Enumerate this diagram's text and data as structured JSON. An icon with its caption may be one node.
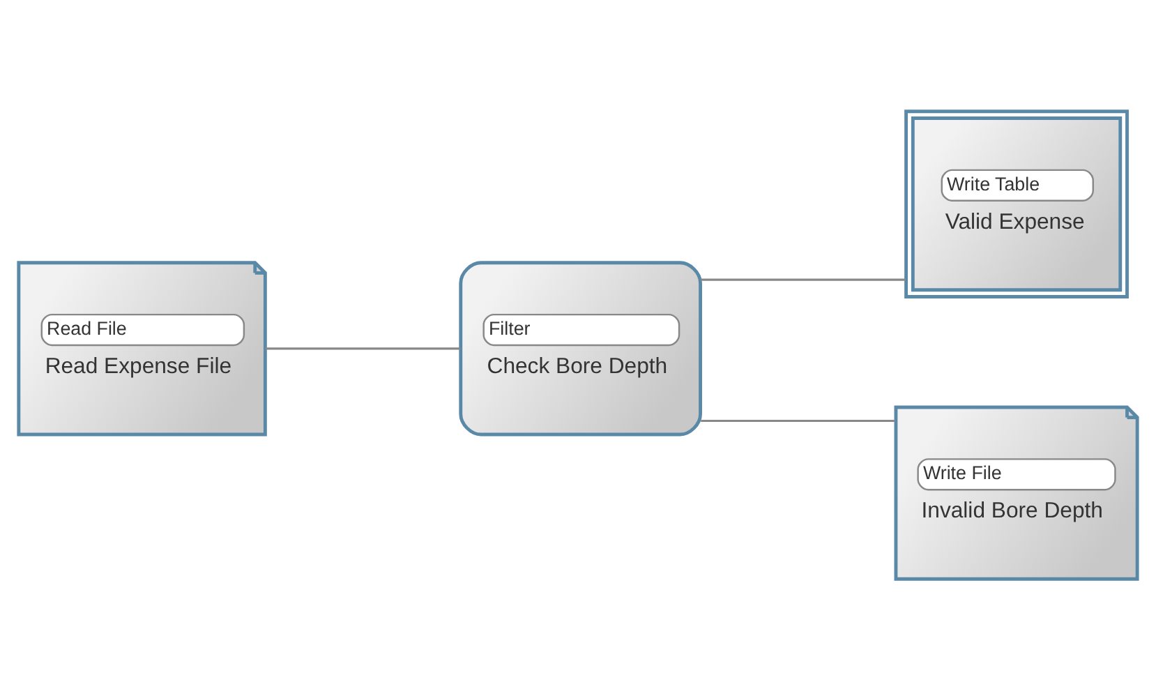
{
  "diagram": {
    "nodes": [
      {
        "text": [
          "Read File",
          "Read Expense File"
        ]
      },
      {
        "text": [
          "Filter",
          "Check Bore Depth"
        ]
      },
      {
        "text": [
          "Write Table",
          "Valid Expense"
        ]
      },
      {
        "text": [
          "Write File",
          "Invalid Bore Depth"
        ]
      }
    ],
    "edges": [
      {
        "from": 0,
        "to": 1,
        "arrow": "none"
      },
      {
        "from": 1,
        "to": 2,
        "arrow": "none"
      },
      {
        "from": 1,
        "to": 3,
        "arrow": "none"
      }
    ]
  }
}
